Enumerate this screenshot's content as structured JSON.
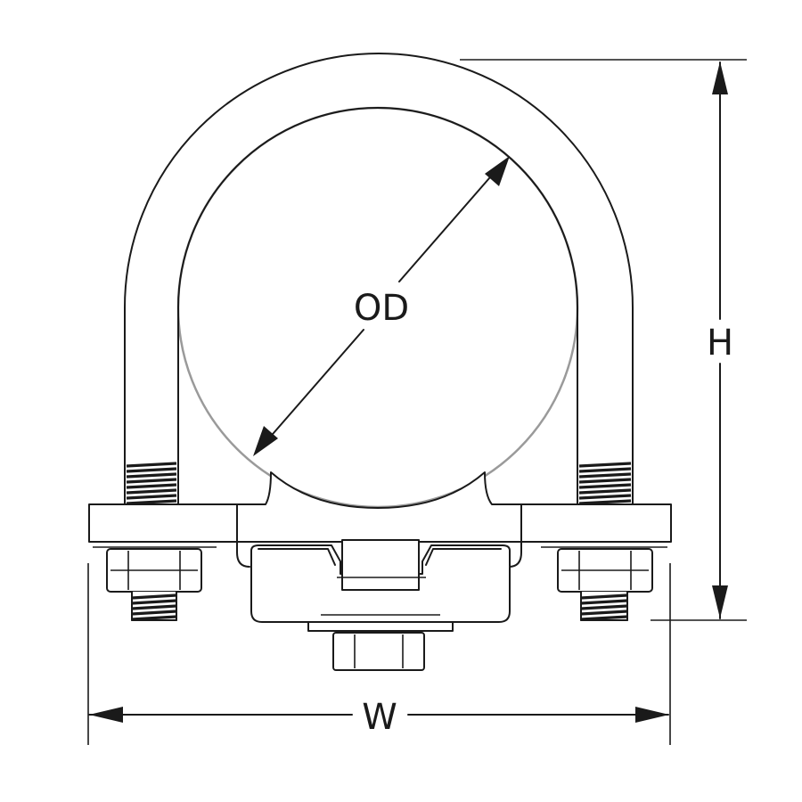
{
  "labels": {
    "outside_diameter": "OD",
    "height": "H",
    "width": "W"
  },
  "colors": {
    "line": "#1a1a1a",
    "pipe_outline": "#9a9a9a",
    "background": "#ffffff"
  }
}
